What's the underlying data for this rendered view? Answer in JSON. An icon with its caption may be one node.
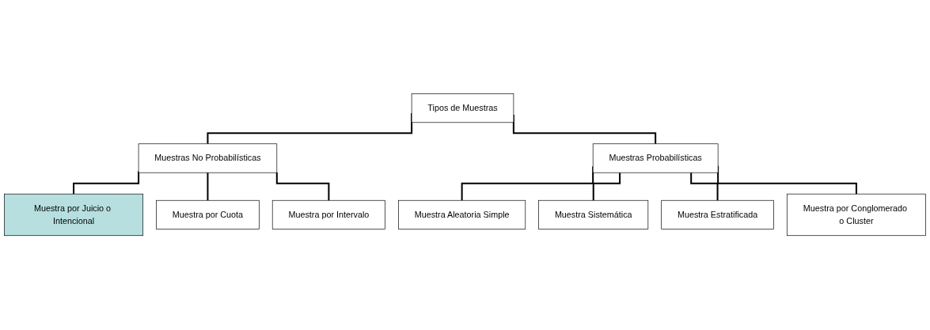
{
  "diagram": {
    "nodes": [
      {
        "text": [
          "Tipos de Muestras"
        ]
      },
      {
        "text": [
          "Muestras No Probabilísticas"
        ]
      },
      {
        "text": [
          "Muestras Probabilísticas"
        ]
      },
      {
        "text": [
          "Muestra por Juicio o Intencional"
        ]
      },
      {
        "text": [
          "Muestra por Cuota"
        ]
      },
      {
        "text": [
          "Muestra por Intervalo"
        ]
      },
      {
        "text": [
          "Muestra Aleatoria Simple"
        ]
      },
      {
        "text": [
          "Muestra Sistemática"
        ]
      },
      {
        "text": [
          "Muestra Estratificada"
        ]
      },
      {
        "text": [
          "Muestra por Conglomerado o Cluster"
        ]
      }
    ],
    "edges": [
      {
        "from": 0,
        "to": 1,
        "arrow": "none"
      },
      {
        "from": 0,
        "to": 2,
        "arrow": "none"
      },
      {
        "from": 1,
        "to": 3,
        "arrow": "none"
      },
      {
        "from": 1,
        "to": 4,
        "arrow": "none"
      },
      {
        "from": 1,
        "to": 5,
        "arrow": "none"
      },
      {
        "from": 2,
        "to": 6,
        "arrow": "none"
      },
      {
        "from": 2,
        "to": 7,
        "arrow": "none"
      },
      {
        "from": 2,
        "to": 8,
        "arrow": "none"
      },
      {
        "from": 2,
        "to": 9,
        "arrow": "none"
      }
    ]
  }
}
